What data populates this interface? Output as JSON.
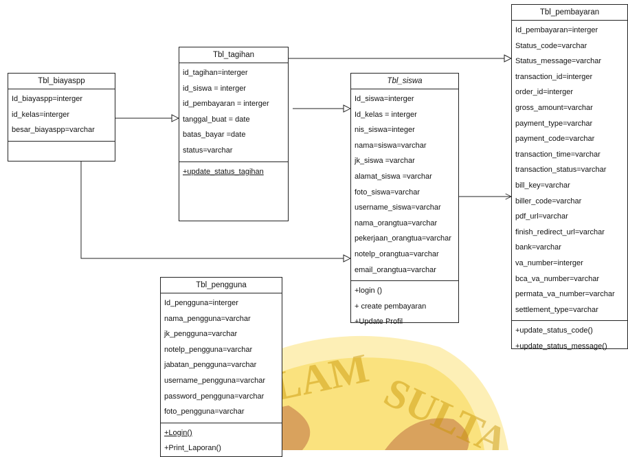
{
  "classes": {
    "biayaspp": {
      "name": "Tbl_biayaspp",
      "attributes": [
        "Id_biayaspp=interger",
        "id_kelas=interger",
        "besar_biayaspp=varchar"
      ],
      "operations": []
    },
    "tagihan": {
      "name": "Tbl_tagihan",
      "attributes": [
        "id_tagihan=interger",
        "id_siswa = interger",
        "id_pembayaran = interger",
        "tanggal_buat = date",
        "batas_bayar =date",
        "status=varchar"
      ],
      "operations": [
        "+update_status_tagihan"
      ]
    },
    "siswa": {
      "name": "Tbl_siswa",
      "attributes": [
        "Id_siswa=interger",
        "Id_kelas = interger",
        "nis_siswa=integer",
        "nama=siswa=varchar",
        "jk_siswa =varchar",
        "alamat_siswa =varchar",
        "foto_siswa=varchar",
        "username_siswa=varchar",
        "nama_orangtua=varchar",
        "pekerjaan_orangtua=varchar",
        "notelp_orangtua=varchar",
        "email_orangtua=varchar"
      ],
      "operations": [
        "+login ()",
        "+  create pembayaran",
        "+Update Profil"
      ]
    },
    "pembayaran": {
      "name": "Tbl_pembayaran",
      "attributes": [
        "Id_pembayaran=interger",
        "Status_code=varchar",
        "Status_message=varchar",
        "transaction_id=interger",
        "order_id=interger",
        "gross_amount=varchar",
        "payment_type=varchar",
        "payment_code=varchar",
        "transaction_time=varchar",
        "transaction_status=varchar",
        "bill_key=varchar",
        "biller_code=varchar",
        "pdf_url=varchar",
        "finish_redirect_url=varchar",
        "bank=varchar",
        "va_number=interger",
        "bca_va_number=varchar",
        "permata_va_number=varchar",
        "settlement_type=varchar"
      ],
      "operations": [
        "+update_status_code()",
        "+update_status_message()"
      ]
    },
    "pengguna": {
      "name": "Tbl_pengguna",
      "attributes": [
        "Id_pengguna=interger",
        "nama_pengguna=varchar",
        "jk_pengguna=varchar",
        "notelp_pengguna=varchar",
        "jabatan_pengguna=varchar",
        "username_pengguna=varchar",
        "password_pengguna=varchar",
        "foto_pengguna=varchar"
      ],
      "operations": [
        "+Login()",
        "+Print_Laporan()"
      ]
    }
  },
  "colors": {
    "line": "#222222",
    "watermark": "#f3c300",
    "watermark_dark": "#8b1a1a"
  }
}
